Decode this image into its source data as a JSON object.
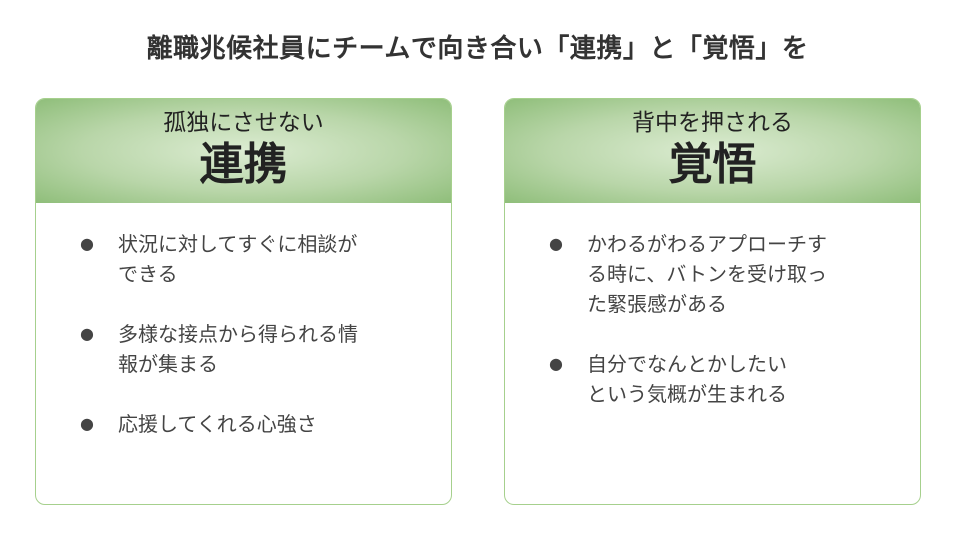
{
  "title": "離職兆候社員にチームで向き合い「連携」と「覚悟」を",
  "cards": [
    {
      "subtitle": "孤独にさせない",
      "heading": "連携",
      "items": [
        "状況に対してすぐに相談が\nできる",
        "多様な接点から得られる情\n報が集まる",
        "応援してくれる心強さ"
      ]
    },
    {
      "subtitle": "背中を押される",
      "heading": "覚悟",
      "items": [
        "かわるがわるアプローチす\nる時に、バトンを受け取っ\nた緊張感がある",
        "自分でなんとかしたい\nという気概が生まれる"
      ]
    }
  ]
}
